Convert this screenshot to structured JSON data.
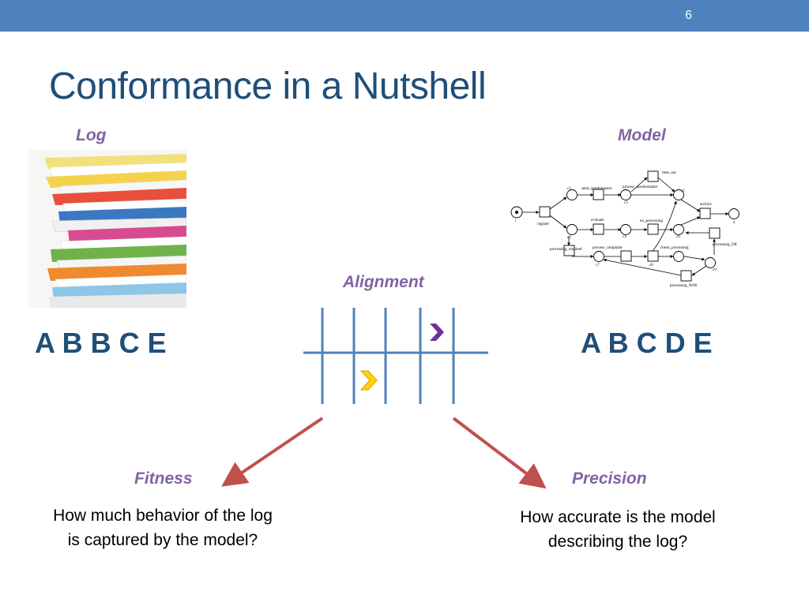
{
  "slide": {
    "number": "6",
    "title": "Conformance in a Nutshell"
  },
  "labels": {
    "log": "Log",
    "model": "Model",
    "alignment": "Alignment",
    "fitness": "Fitness",
    "precision": "Precision"
  },
  "traces": {
    "log": "A B B C E",
    "model": "A B C D E"
  },
  "descriptions": {
    "fitness_line1": "How much behavior of the log",
    "fitness_line2": "is captured by the model?",
    "precision_line1": "How accurate is the model",
    "precision_line2": "describing the log?"
  },
  "petri_net": {
    "transitions": [
      "register",
      "send_questionnaire",
      "process_questionnaire",
      "time_out",
      "archive",
      "evaluate",
      "no_processing",
      "processing_required",
      "process_complaint",
      "check_processing",
      "processing_OK",
      "processing_NOK"
    ],
    "places": [
      "i",
      "c1",
      "c2",
      "c3",
      "c4",
      "c5",
      "c6",
      "c7",
      "c8",
      "c9",
      "o"
    ]
  },
  "colors": {
    "header_bar": "#4f81bd",
    "title": "#1f4e79",
    "label": "#8064a2",
    "grid": "#4f81bd",
    "arrow": "#c0504d",
    "chevron_purple": "#7030a0",
    "chevron_yellow": "#ffd200"
  }
}
